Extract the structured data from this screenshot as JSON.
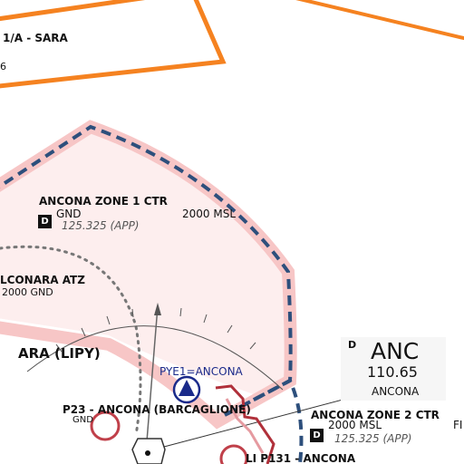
{
  "colors": {
    "restricted_border": "#f58220",
    "ctr_border": "#2d4f7c",
    "ctr_band": "#f7c6c6",
    "ctr_fill": "#fdeeee",
    "prohibited": "#c0404a",
    "reporting_point": "#1a2a8a"
  },
  "restricted_area": {
    "label": "1/A - SARA",
    "sublabel": "6"
  },
  "zone1": {
    "name": "ANCONA ZONE 1 CTR",
    "class": "D",
    "lower": "GND",
    "upper": "2000 MSL",
    "frequency": "125.325  (APP)"
  },
  "atz": {
    "name": "LCONARA ATZ",
    "limits": "2000 GND"
  },
  "airport": {
    "name": "ARA (LIPY)"
  },
  "reporting_point": {
    "name": "PYE1=ANCONA",
    "icon": "triangle-in-circle-icon"
  },
  "prohibited_area": {
    "name": "P23 - ANCONA (BARCAGLIONE)",
    "lower": "GND"
  },
  "vor": {
    "class": "D",
    "ident": "ANC",
    "frequency": "110.65",
    "name": "ANCONA"
  },
  "zone2": {
    "name": "ANCONA ZONE 2 CTR",
    "class": "D",
    "upper": "2000 MSL",
    "frequency": "125.325  (APP)"
  },
  "p131": {
    "name": "LI P131 - ANCONA"
  },
  "edge_text": "FI"
}
